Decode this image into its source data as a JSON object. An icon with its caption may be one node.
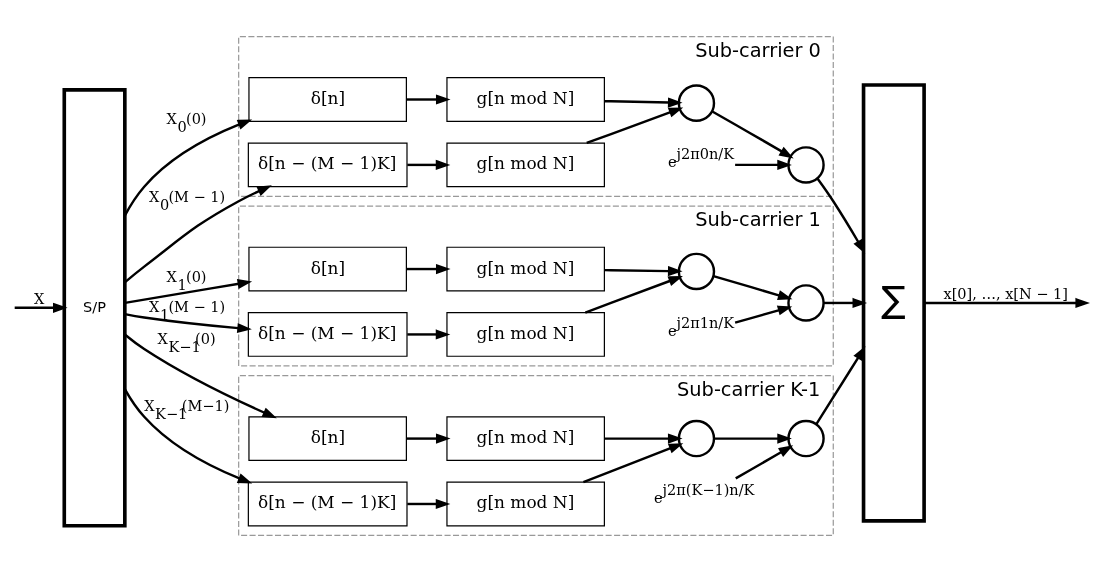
{
  "diagram": {
    "nodes": [
      {
        "text": [
          "S/P"
        ]
      },
      {
        "text": [
          "Sub-carrier 0"
        ]
      },
      {
        "text": [
          "δ[n]"
        ],
        "in": 1
      },
      {
        "text": [
          "δ[n − (M − 1)K]"
        ],
        "in": 1
      },
      {
        "text": [
          "g[n mod N]"
        ],
        "in": 1
      },
      {
        "text": [
          "g[n mod N]"
        ],
        "in": 1
      },
      {
        "text": [],
        "shape": "circle",
        "in": 1
      },
      {
        "text": [],
        "shape": "circle",
        "in": 1
      },
      {
        "text": [
          "e$^{j2π0n/K}$"
        ],
        "in": 1
      },
      {
        "text": [
          "Sub-carrier 1"
        ]
      },
      {
        "text": [
          "δ[n]"
        ],
        "in": 9
      },
      {
        "text": [
          "δ[n − (M − 1)K]"
        ],
        "in": 9
      },
      {
        "text": [
          "g[n mod N]"
        ],
        "in": 9
      },
      {
        "text": [
          "g[n mod N]"
        ],
        "in": 9
      },
      {
        "text": [],
        "shape": "circle",
        "in": 9
      },
      {
        "text": [],
        "shape": "circle",
        "in": 9
      },
      {
        "text": [
          "e$^{j2π1n/K}$"
        ],
        "in": 9
      },
      {
        "text": [
          "Sub-carrier K-1"
        ]
      },
      {
        "text": [
          "δ[n]"
        ],
        "in": 17
      },
      {
        "text": [
          "δ[n − (M − 1)K]"
        ],
        "in": 17
      },
      {
        "text": [
          "g[n mod N]"
        ],
        "in": 17
      },
      {
        "text": [
          "g[n mod N]"
        ],
        "in": 17
      },
      {
        "text": [],
        "shape": "circle",
        "in": 17
      },
      {
        "text": [],
        "shape": "circle",
        "in": 17
      },
      {
        "text": [
          "e$^{j2π(K−1)n/K}$"
        ],
        "in": 17
      },
      {
        "text": [
          "∑"
        ]
      }
    ],
    "edges": [
      {
        "from": null,
        "to": 0,
        "arrow": "to",
        "label": "X"
      },
      {
        "from": 0,
        "to": 2,
        "arrow": "to",
        "label": "X$_{0}$(0)"
      },
      {
        "from": 0,
        "to": 3,
        "arrow": "to",
        "label": "X$_{0}$(M − 1)"
      },
      {
        "from": 2,
        "to": 4,
        "arrow": "to"
      },
      {
        "from": 3,
        "to": 5,
        "arrow": "to"
      },
      {
        "from": 4,
        "to": 6,
        "arrow": "to"
      },
      {
        "from": 5,
        "to": 6,
        "arrow": "to"
      },
      {
        "from": 6,
        "to": 7,
        "arrow": "to"
      },
      {
        "from": 8,
        "to": 7,
        "arrow": "to"
      },
      {
        "from": 7,
        "to": 25,
        "arrow": "to"
      },
      {
        "from": 0,
        "to": 10,
        "arrow": "to",
        "label": "X$_{1}$(0)"
      },
      {
        "from": 0,
        "to": 11,
        "arrow": "to",
        "label": "X$_{1}$(M − 1)"
      },
      {
        "from": 10,
        "to": 12,
        "arrow": "to"
      },
      {
        "from": 11,
        "to": 13,
        "arrow": "to"
      },
      {
        "from": 12,
        "to": 14,
        "arrow": "to"
      },
      {
        "from": 13,
        "to": 14,
        "arrow": "to"
      },
      {
        "from": 14,
        "to": 15,
        "arrow": "to"
      },
      {
        "from": 16,
        "to": 15,
        "arrow": "to"
      },
      {
        "from": 15,
        "to": 25,
        "arrow": "to"
      },
      {
        "from": 0,
        "to": 18,
        "arrow": "to",
        "label": "X$_{K−1}$(0)"
      },
      {
        "from": 0,
        "to": 19,
        "arrow": "to",
        "label": "X$_{K−1}$(M−1)"
      },
      {
        "from": 18,
        "to": 20,
        "arrow": "to"
      },
      {
        "from": 19,
        "to": 21,
        "arrow": "to"
      },
      {
        "from": 20,
        "to": 22,
        "arrow": "to"
      },
      {
        "from": 21,
        "to": 22,
        "arrow": "to"
      },
      {
        "from": 22,
        "to": 23,
        "arrow": "to"
      },
      {
        "from": 24,
        "to": 23,
        "arrow": "to"
      },
      {
        "from": 23,
        "to": 25,
        "arrow": "to"
      },
      {
        "from": 25,
        "to": null,
        "arrow": "to",
        "label": "x[0], …, x[N − 1]"
      }
    ]
  }
}
